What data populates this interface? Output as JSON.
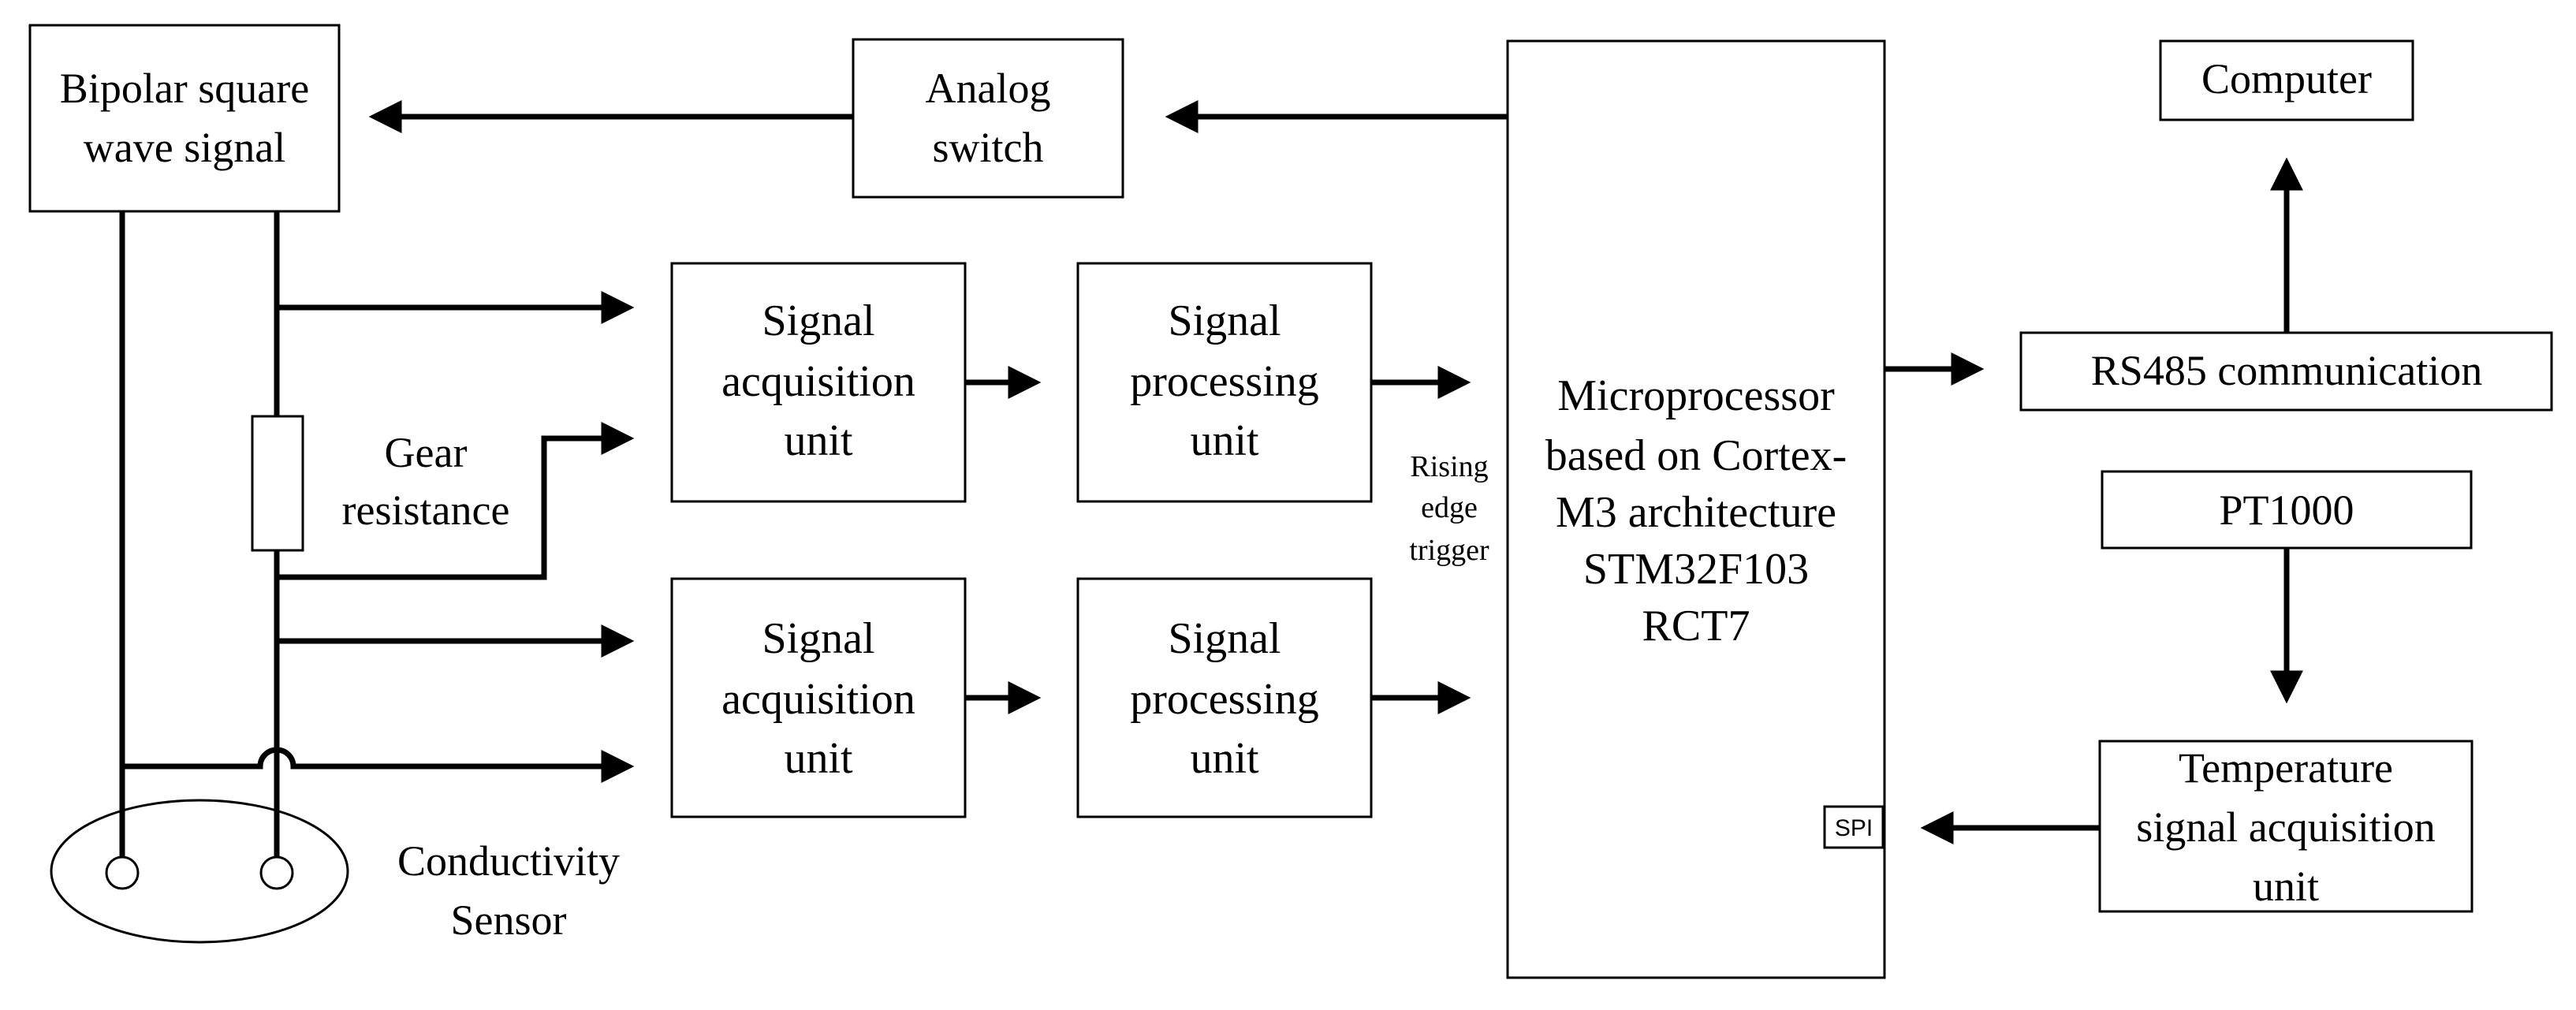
{
  "diagram": {
    "bipolar_wave": {
      "line1": "Bipolar square",
      "line2": "wave signal"
    },
    "analog_switch": {
      "line1": "Analog",
      "line2": "switch"
    },
    "acquisition_1": {
      "line1": "Signal",
      "line2": "acquisition",
      "line3": "unit"
    },
    "acquisition_2": {
      "line1": "Signal",
      "line2": "acquisition",
      "line3": "unit"
    },
    "processing_1": {
      "line1": "Signal",
      "line2": "processing",
      "line3": "unit"
    },
    "processing_2": {
      "line1": "Signal",
      "line2": "processing",
      "line3": "unit"
    },
    "microprocessor": {
      "line1": "Microprocessor",
      "line2": "based on Cortex-",
      "line3": "M3 architecture",
      "line4": "STM32F103",
      "line5": "RCT7",
      "spi_label": "SPI"
    },
    "computer": "Computer",
    "rs485": "RS485 communication",
    "pt1000": "PT1000",
    "temperature": {
      "line1": "Temperature",
      "line2": "signal acquisition",
      "line3": "unit"
    },
    "gear_resistance": {
      "line1": "Gear",
      "line2": "resistance"
    },
    "rising_edge": {
      "line1": "Rising",
      "line2": "edge",
      "line3": "trigger"
    },
    "sensor": {
      "line1": "Conductivity",
      "line2": "Sensor"
    }
  }
}
